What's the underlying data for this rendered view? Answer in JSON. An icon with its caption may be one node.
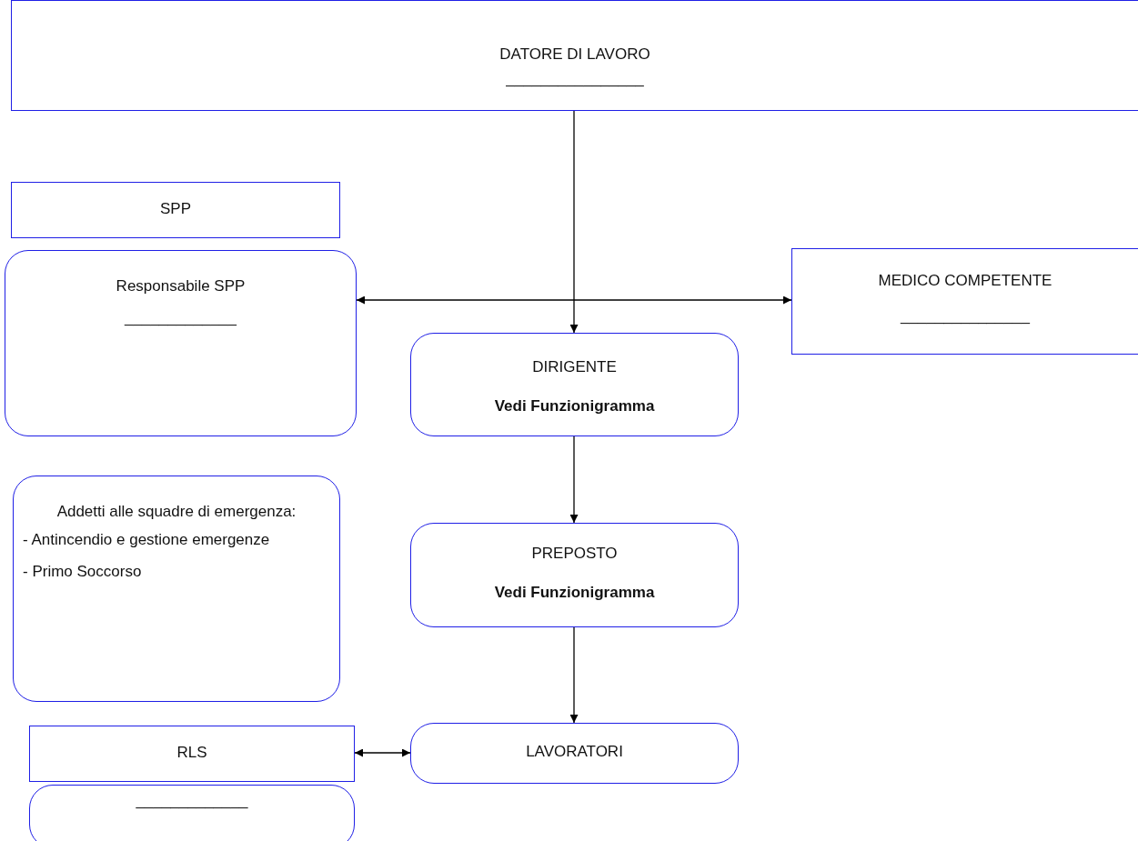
{
  "diagram": {
    "nodes": [
      {
        "text": [
          "DATORE DI LAVORO",
          "________________"
        ]
      },
      {
        "text": [
          "SPP"
        ]
      },
      {
        "text": [
          "Responsabile SPP",
          "_____________"
        ]
      },
      {
        "text": [
          "MEDICO COMPETENTE",
          "_______________"
        ]
      },
      {
        "text": [
          "DIRIGENTE",
          "Vedi Funzionigramma"
        ]
      },
      {
        "text": [
          "Addetti alle squadre di emergenza:",
          "- Antincendio e gestione emergenze",
          "- Primo Soccorso"
        ]
      },
      {
        "text": [
          "PREPOSTO",
          "Vedi Funzionigramma"
        ]
      },
      {
        "text": [
          "RLS"
        ]
      },
      {
        "text": [
          "_____________"
        ]
      },
      {
        "text": [
          "LAVORATORI"
        ]
      }
    ],
    "edges": [
      {
        "from": 0,
        "to": 4,
        "arrow": "to"
      },
      {
        "from": 2,
        "to": 3,
        "arrow": "both"
      },
      {
        "from": 4,
        "to": 6,
        "arrow": "to"
      },
      {
        "from": 6,
        "to": 9,
        "arrow": "to"
      },
      {
        "from": 7,
        "to": 9,
        "arrow": "both"
      }
    ]
  }
}
